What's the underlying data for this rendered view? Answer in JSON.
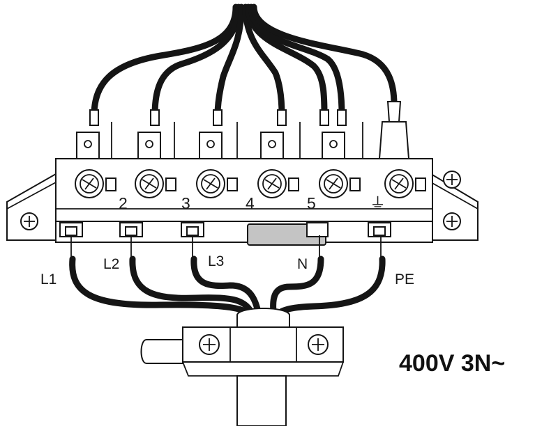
{
  "terminals": {
    "t2": "2",
    "t3": "3",
    "t4": "4",
    "t5": "5",
    "earth": "⏚"
  },
  "conductors": {
    "l1": "L1",
    "l2": "L2",
    "l3": "L3",
    "n": "N",
    "pe": "PE"
  },
  "supply": {
    "voltage": "400V 3N~"
  },
  "colors": {
    "wire": "#151515",
    "bridge": "#c4c4c4",
    "outline": "#151515"
  }
}
